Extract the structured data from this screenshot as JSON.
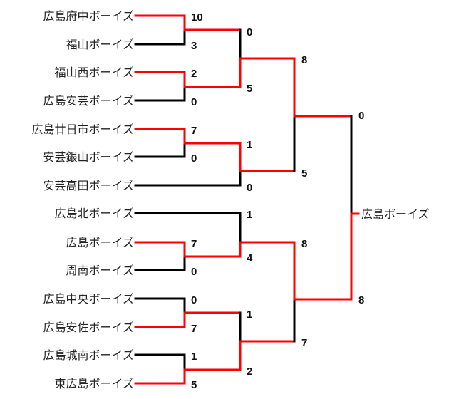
{
  "colors": {
    "winner_line": "#ff0000",
    "loser_line": "#000000"
  },
  "teams": [
    "広島府中ボーイズ",
    "福山ボーイズ",
    "福山西ボーイズ",
    "広島安芸ボーイズ",
    "広島廿日市ボーイズ",
    "安芸銀山ボーイズ",
    "安芸高田ボーイズ",
    "広島北ボーイズ",
    "広島ボーイズ",
    "周南ボーイズ",
    "広島中央ボーイズ",
    "広島安佐ボーイズ",
    "広島城南ボーイズ",
    "東広島ボーイズ"
  ],
  "champion": "広島ボーイズ",
  "scores": {
    "r1": [
      "10",
      "3",
      "2",
      "0",
      "7",
      "0",
      "7",
      "0",
      "0",
      "7",
      "1",
      "5"
    ],
    "r2": [
      "0",
      "5",
      "1",
      "0",
      "1",
      "4",
      "1",
      "2"
    ],
    "r3": [
      "8",
      "5",
      "8",
      "7"
    ],
    "final": [
      "0",
      "8"
    ]
  }
}
